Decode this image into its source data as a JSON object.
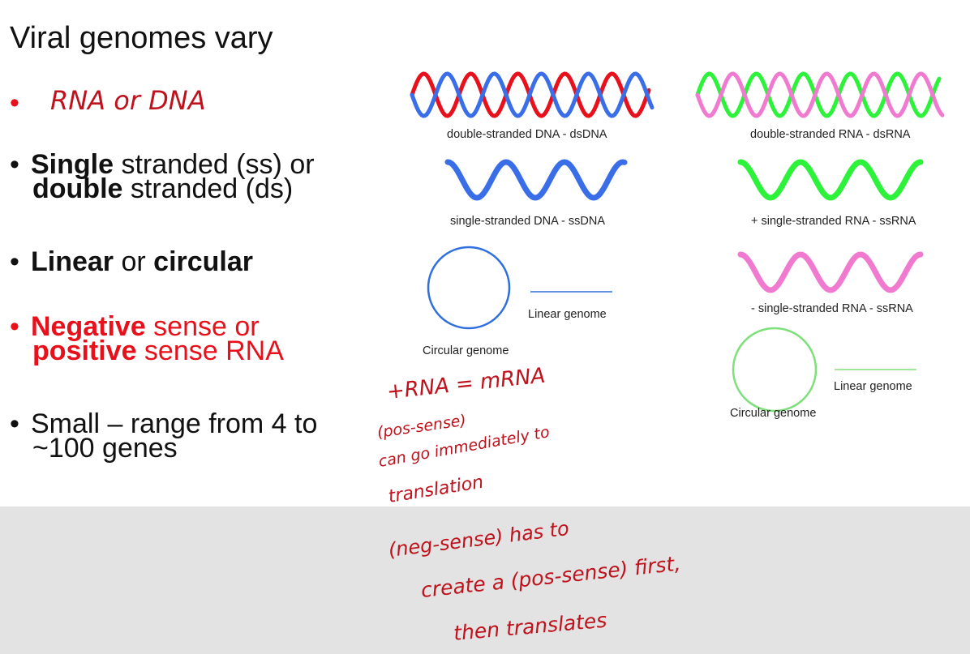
{
  "slide": {
    "title": "Viral genomes vary",
    "bullets": [
      {
        "dot": "•",
        "plain": "",
        "bold1": "Single",
        "mid": " stranded (ss) or",
        "bold2": "double",
        "end": " stranded (ds)"
      },
      {
        "dot": "•",
        "bold1": "Linear",
        "mid": " or ",
        "bold2": "circular"
      },
      {
        "dot": "•",
        "bold1": "Negative",
        "mid": " sense or",
        "bold2": "positive",
        "end": " sense RNA"
      },
      {
        "dot": "•",
        "line1": "Small – range from 4 to",
        "line2": "~100 genes"
      }
    ],
    "first_bullet_dot": "•"
  },
  "diagram": {
    "ds_dna_label": "double-stranded DNA - dsDNA",
    "ds_rna_label": "double-stranded RNA - dsRNA",
    "ss_dna_label": "single-stranded DNA - ssDNA",
    "ss_rna_pos_label": "+ single-stranded RNA - ssRNA",
    "ss_rna_neg_label": "- single-stranded RNA - ssRNA",
    "dna_linear_label": "Linear genome",
    "dna_circular_label": "Circular genome",
    "rna_linear_label": "Linear genome",
    "rna_circular_label": "Circular genome",
    "colors": {
      "dna_red": "#e8101a",
      "dna_blue": "#3a6ee8",
      "rna_green": "#2cf23a",
      "rna_pink": "#f07ad0",
      "circle_blue": "#2f6fe0",
      "circle_green": "#7ee07a"
    }
  },
  "handwriting": {
    "rna_or_dna": "RNA or DNA",
    "note1": "+RNA = mRNA",
    "note2": "(pos-sense)",
    "note3": "can go immediately to",
    "note4": "translation",
    "note5": "(neg-sense) has to",
    "note6": "create a (pos-sense) first,",
    "note7": "then translates",
    "ink_color": "#c0121c"
  }
}
